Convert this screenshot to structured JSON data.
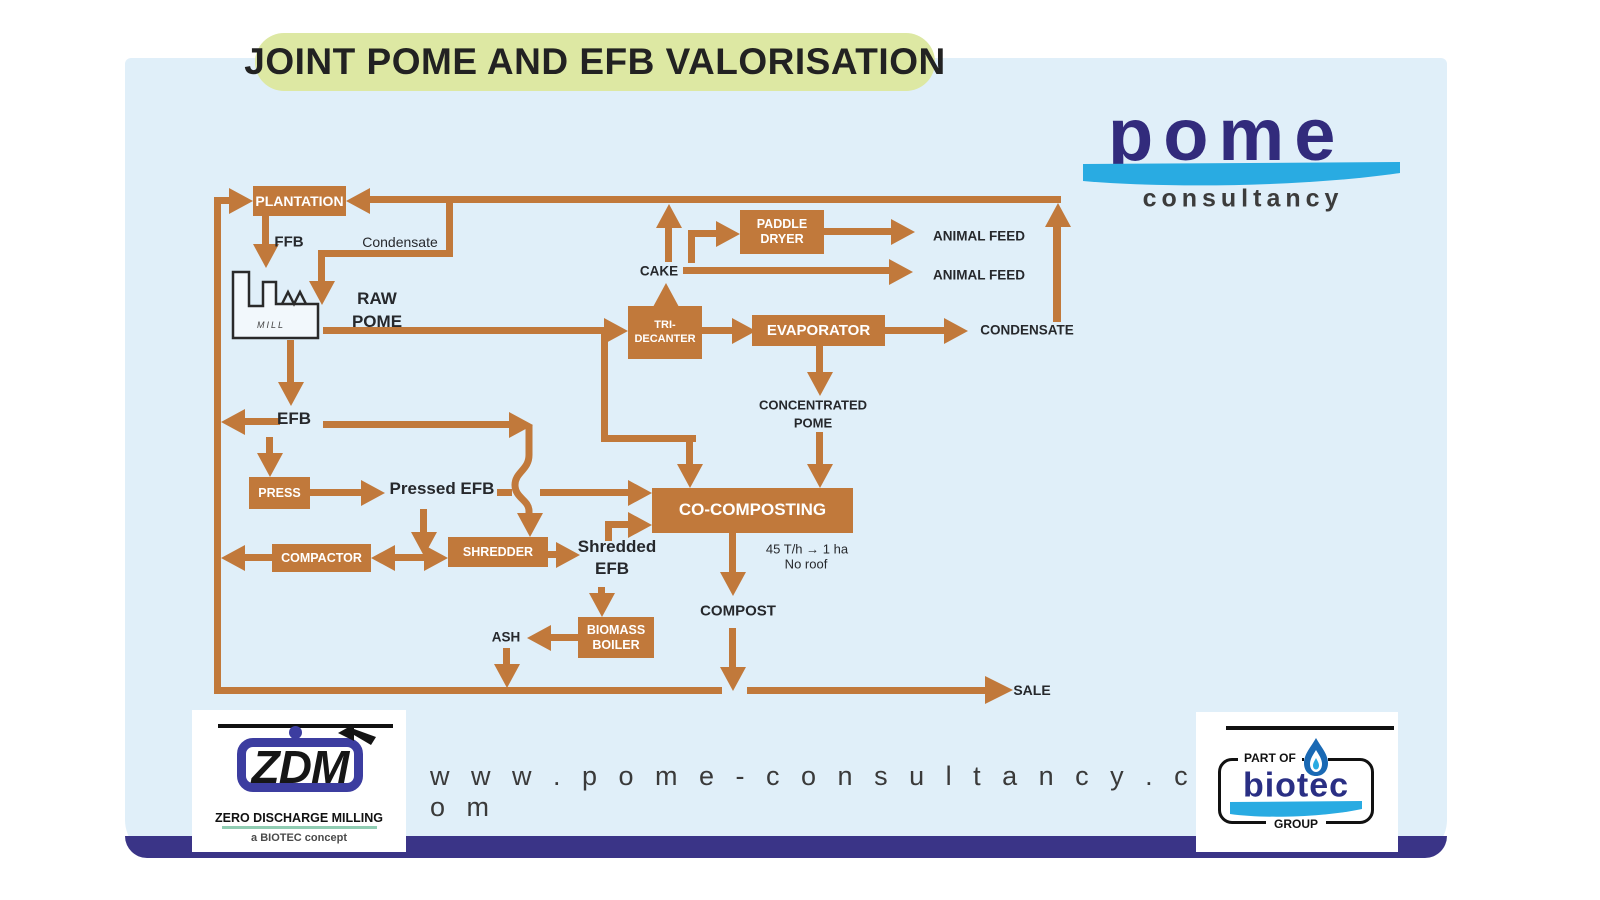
{
  "title": "JOINT POME AND EFB VALORISATION",
  "logo": {
    "name": "pome",
    "tagline": "consultancy"
  },
  "nodes": {
    "plantation": "PLANTATION",
    "paddle_dryer_1": "PADDLE",
    "paddle_dryer_2": "DRYER",
    "tri_decanter_1": "TRI-",
    "tri_decanter_2": "DECANTER",
    "evaporator": "EVAPORATOR",
    "press": "PRESS",
    "compactor": "COMPACTOR",
    "shredder": "SHREDDER",
    "co_composting": "CO-COMPOSTING",
    "biomass_boiler_1": "BIOMASS",
    "biomass_boiler_2": "BOILER",
    "mill": "MILL"
  },
  "labels": {
    "ffb": "FFB",
    "condensate_in": "Condensate",
    "raw_pome_1": "RAW",
    "raw_pome_2": "POME",
    "cake": "CAKE",
    "animal_feed_1": "ANIMAL FEED",
    "animal_feed_2": "ANIMAL FEED",
    "condensate_out": "CONDENSATE",
    "concentrated_pome_1": "CONCENTRATED",
    "concentrated_pome_2": "POME",
    "efb": "EFB",
    "pressed_efb": "Pressed EFB",
    "shredded_efb_1": "Shredded",
    "shredded_efb_2": "EFB",
    "compost": "COMPOST",
    "ash": "ASH",
    "sale": "SALE",
    "capacity": "45 T/h → 1 ha",
    "roof": "No roof"
  },
  "footer": {
    "website": "w w w . p o m e - c o n s u l t a n c y . c o m"
  },
  "zdm": {
    "acronym": "ZDM",
    "title": "ZERO DISCHARGE MILLING",
    "subtitle": "a BIOTEC concept"
  },
  "biotec": {
    "part_of": "PART OF",
    "name": "biotec",
    "group": "GROUP"
  },
  "colors": {
    "accent": "#c1793b",
    "panel": "#e0eff9",
    "navy": "#3a3487",
    "cyan": "#29abe2",
    "pill": "#dde8a3"
  }
}
